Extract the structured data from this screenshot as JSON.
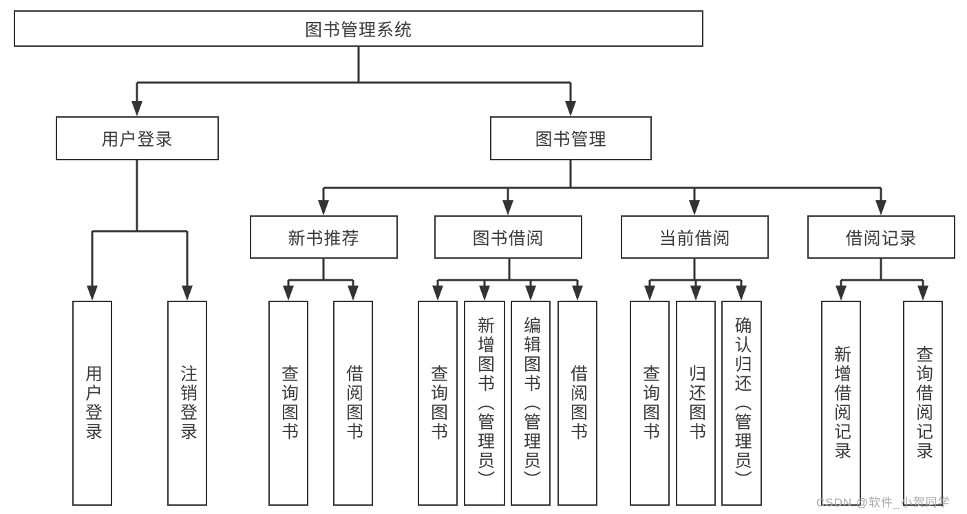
{
  "diagram": {
    "title": "图书管理系统",
    "root": {
      "label": "图书管理系统"
    },
    "level2": [
      {
        "label": "用户登录",
        "children": [
          {
            "label": "用户登录"
          },
          {
            "label": "注销登录"
          }
        ]
      },
      {
        "label": "图书管理",
        "children": [
          {
            "label": "新书推荐",
            "children": [
              {
                "label": "查询图书"
              },
              {
                "label": "借阅图书"
              }
            ]
          },
          {
            "label": "图书借阅",
            "children": [
              {
                "label": "查询图书"
              },
              {
                "label": "新增图书（管理员）"
              },
              {
                "label": "编辑图书（管理员）"
              },
              {
                "label": "借阅图书"
              }
            ]
          },
          {
            "label": "当前借阅",
            "children": [
              {
                "label": "查询图书"
              },
              {
                "label": "归还图书"
              },
              {
                "label": "确认归还（管理员）"
              }
            ]
          },
          {
            "label": "借阅记录",
            "children": [
              {
                "label": "新增借阅记录"
              },
              {
                "label": "查询借阅记录"
              }
            ]
          }
        ]
      }
    ]
  },
  "watermark": "CSDN @软件_小贺同学",
  "colors": {
    "line": "#333333",
    "text": "#3a3a3a",
    "box_background": "#ffffff",
    "watermark": "#a8a8a8"
  }
}
